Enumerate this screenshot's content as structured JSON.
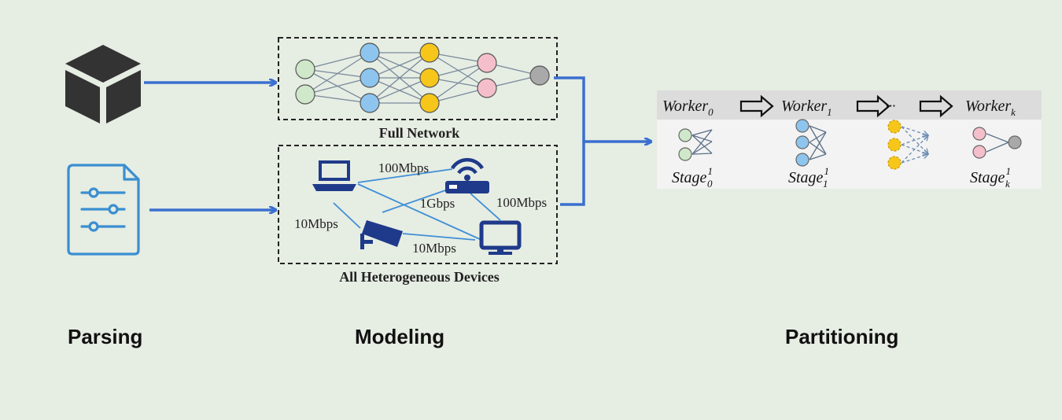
{
  "stages": [
    {
      "label": "Parsing"
    },
    {
      "label": "Modeling"
    },
    {
      "label": "Partitioning"
    }
  ],
  "modeling": {
    "network_caption": "Full Network",
    "devices_caption": "All Heterogeneous Devices",
    "links": [
      "100Mbps",
      "1Gbps",
      "100Mbps",
      "10Mbps",
      "10Mbps"
    ]
  },
  "partitioning": {
    "workers": [
      {
        "base": "Worker",
        "sub": "0"
      },
      {
        "base": "Worker",
        "sub": "1"
      },
      {
        "base": "Worker",
        "sub": "k"
      }
    ],
    "ellipsis": "···",
    "stages": [
      {
        "base": "Stage",
        "sup": "1",
        "sub": "0"
      },
      {
        "base": "Stage",
        "sup": "1",
        "sub": "1"
      },
      {
        "base": "Stage",
        "sup": "1",
        "sub": "k"
      }
    ]
  },
  "colors": {
    "background": "#e6ede3",
    "arrow": "#3a6fd0",
    "icon_dark": "#333333",
    "doc_icon": "#3a8fd0",
    "device_navy": "#1f3a8a",
    "link_line": "#3f8fd6",
    "node_green": "#cfe8c9",
    "node_blue": "#8ec5ee",
    "node_yellow": "#f6c61a",
    "node_pink": "#f4bfcb",
    "node_gray": "#a9a9a9",
    "panel_bg": "#f3f3f3",
    "panel_header": "#dcdcdc"
  }
}
